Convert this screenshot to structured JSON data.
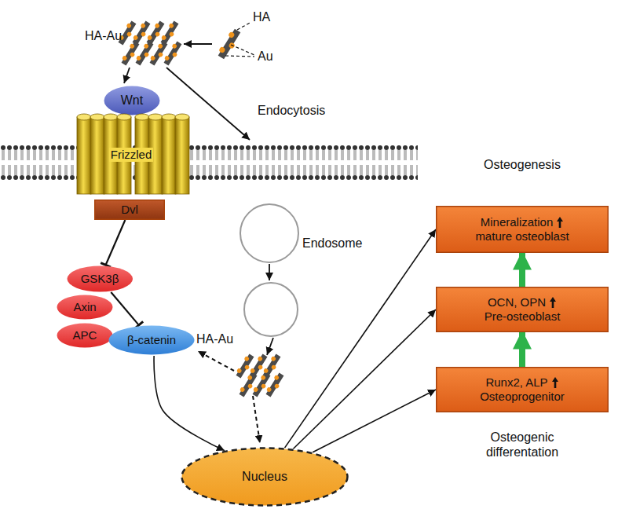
{
  "diagram": {
    "nodes": [
      {
        "text": [
          "Wnt"
        ]
      },
      {
        "text": [
          "Frizzled"
        ]
      },
      {
        "text": [
          "Dvl"
        ]
      },
      {
        "text": [
          "GSK3β"
        ]
      },
      {
        "text": [
          "Axin"
        ]
      },
      {
        "text": [
          "APC"
        ]
      },
      {
        "text": [
          "β-catenin"
        ]
      },
      {
        "text": [
          "Nucleus"
        ]
      },
      {
        "text": [
          "Mineralization",
          "mature osteoblast"
        ]
      },
      {
        "text": [
          "OCN, OPN",
          "Pre-osteoblast"
        ]
      },
      {
        "text": [
          "Runx2, ALP",
          "Osteoprogenitor"
        ]
      }
    ],
    "edges": [
      {
        "from": 2,
        "to": 3,
        "arrow": "to"
      },
      {
        "from": 3,
        "to": 6,
        "arrow": "to"
      },
      {
        "from": 6,
        "to": 7,
        "arrow": "to"
      },
      {
        "from": 7,
        "to": 8,
        "arrow": "to"
      },
      {
        "from": 7,
        "to": 9,
        "arrow": "to"
      },
      {
        "from": 7,
        "to": 10,
        "arrow": "to"
      },
      {
        "from": 10,
        "to": 9,
        "arrow": "to"
      },
      {
        "from": 9,
        "to": 8,
        "arrow": "to"
      }
    ],
    "labels": [
      "HA-Au",
      "HA",
      "Au",
      "Endocytosis",
      "Endosome",
      "HA-Au",
      "Osteogenesis",
      "Osteogenic differentation"
    ]
  }
}
